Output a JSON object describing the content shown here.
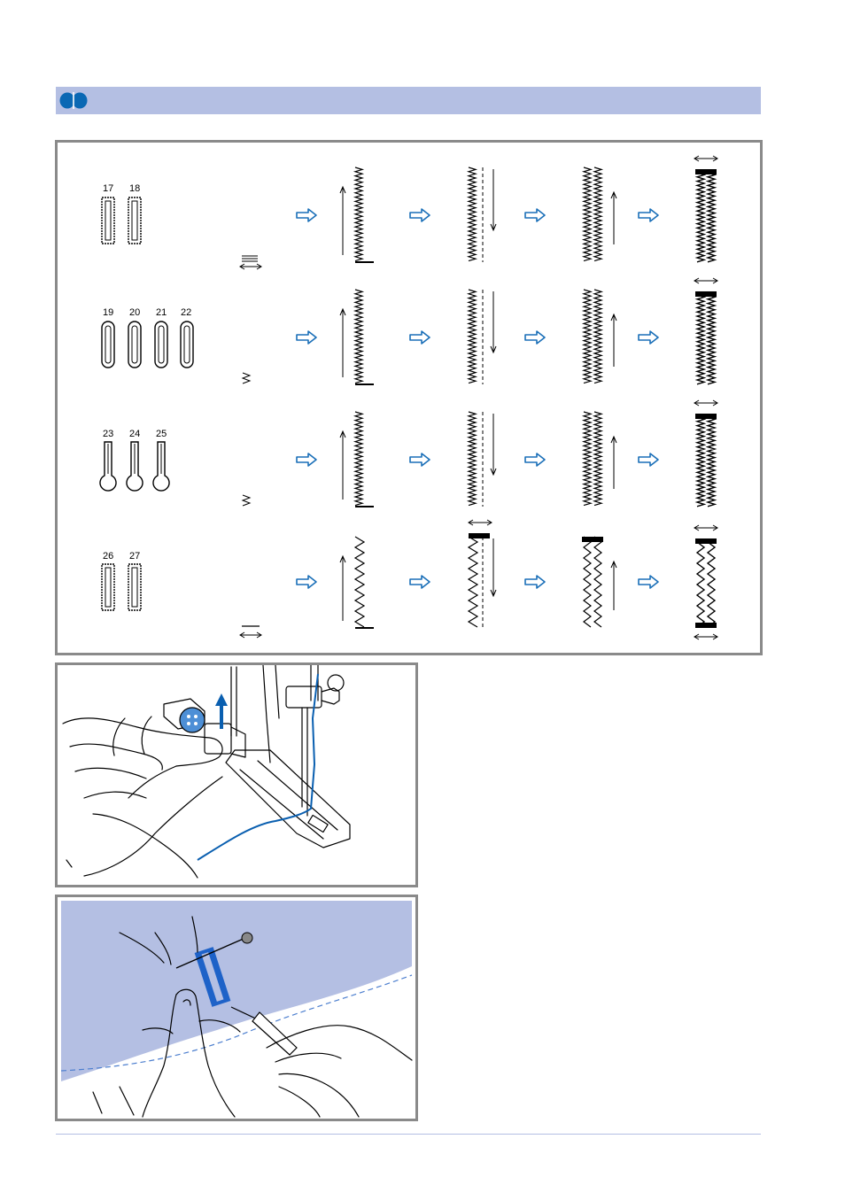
{
  "header": {
    "logo_icon": "double-oval-logo-icon",
    "accent_color": "#b4bfe3",
    "logo_color": "#0a68b4"
  },
  "sequence": {
    "arrow_color": "#1a6fb8",
    "rows": [
      {
        "patterns": [
          "17",
          "18"
        ]
      },
      {
        "patterns": [
          "19",
          "20",
          "21",
          "22"
        ]
      },
      {
        "patterns": [
          "23",
          "24",
          "25"
        ]
      },
      {
        "patterns": [
          "26",
          "27"
        ]
      }
    ]
  },
  "illustrations": {
    "foot": {
      "icon": "buttonhole-foot-illustration",
      "thread_color": "#0a5fb0"
    },
    "cutting": {
      "icon": "seam-ripper-cutting-illustration",
      "fabric_color": "#b4bfe3"
    }
  }
}
